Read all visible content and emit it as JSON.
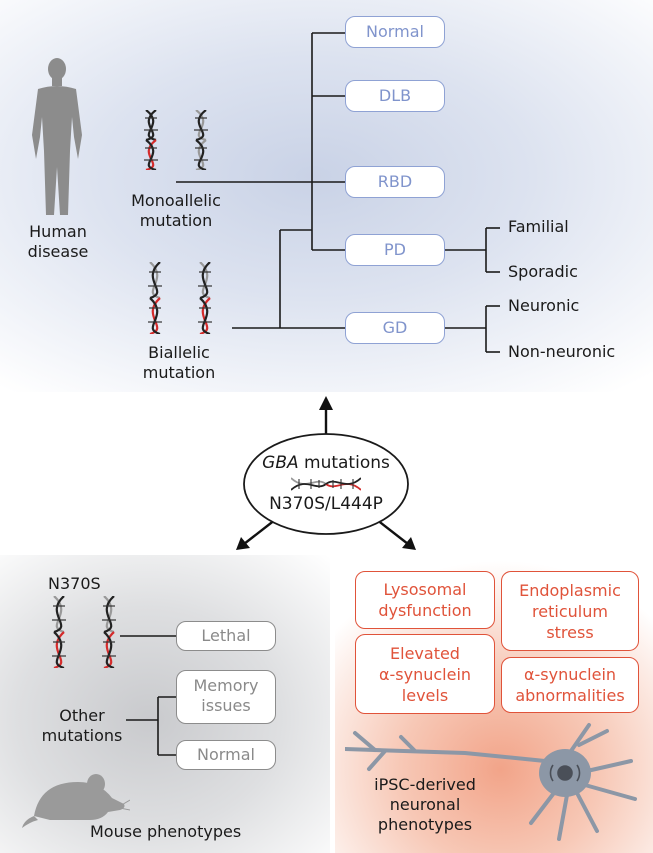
{
  "human": {
    "label_line1": "Human",
    "label_line2": "disease",
    "mono_line1": "Monoallelic",
    "mono_line2": "mutation",
    "bi_line1": "Biallelic",
    "bi_line2": "mutation",
    "pills": [
      "Normal",
      "DLB",
      "RBD",
      "PD",
      "GD"
    ],
    "pd_branches": [
      "Familial",
      "Sporadic"
    ],
    "gd_branches": [
      "Neuronic",
      "Non-neuronic"
    ]
  },
  "center": {
    "gene": "GBA",
    "gene_suffix": " mutations",
    "variants": "N370S/L444P"
  },
  "mouse": {
    "variant": "N370S",
    "lethal": "Lethal",
    "other_line1": "Other",
    "other_line2": "mutations",
    "memory_line1": "Memory",
    "memory_line2": "issues",
    "normal": "Normal",
    "title": "Mouse phenotypes"
  },
  "ipsc": {
    "boxes": {
      "lysosomal": [
        "Lysosomal",
        "dysfunction"
      ],
      "er": [
        "Endoplasmic",
        "reticulum",
        "stress"
      ],
      "elevated": [
        "Elevated",
        "α-synuclein",
        "levels"
      ],
      "abnormal": [
        "α-synuclein",
        "abnormalities"
      ]
    },
    "title": [
      "iPSC-derived",
      "neuronal",
      "phenotypes"
    ]
  },
  "colors": {
    "blue_accent": "#8094cc",
    "orange_accent": "#e0533a",
    "gray_accent": "#8a8a8a",
    "mutation_red": "#d42b2b"
  },
  "icons": [
    "human-silhouette-icon",
    "dna-helix-icon",
    "mouse-icon",
    "neuron-icon",
    "arrow-icon"
  ]
}
